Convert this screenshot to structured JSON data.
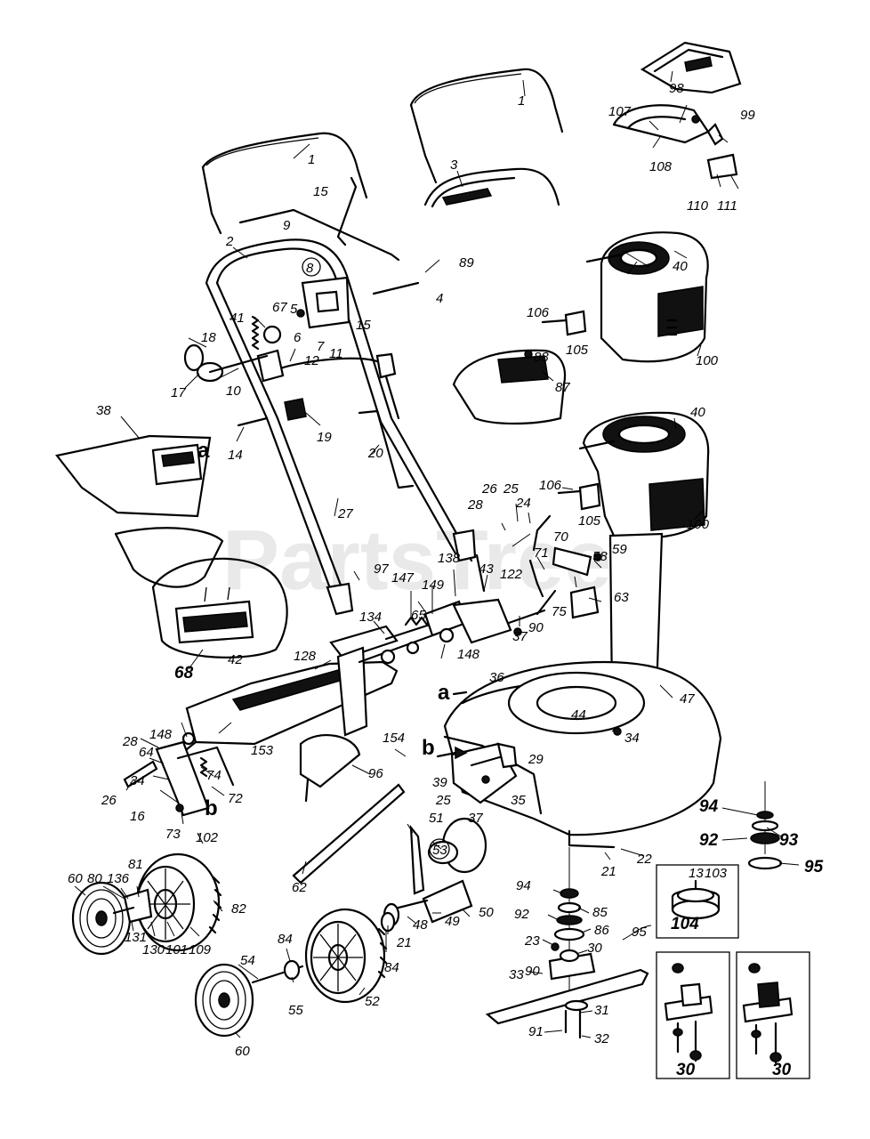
{
  "watermark": {
    "text": "PartsTree",
    "mark": "TM"
  },
  "reference_letters": [
    "a",
    "a",
    "b",
    "b"
  ],
  "callouts": {
    "c1": "1",
    "c1b": "1",
    "c2": "2",
    "c3": "3",
    "c4": "4",
    "c5": "5",
    "c6": "6",
    "c7": "7",
    "c8": "8",
    "c9": "9",
    "c10": "10",
    "c11": "11",
    "c12": "12",
    "c13": "13",
    "c14": "14",
    "c15a": "15",
    "c15b": "15",
    "c16": "16",
    "c17": "17",
    "c18": "18",
    "c19": "19",
    "c20": "20",
    "c21a": "21",
    "c21b": "21",
    "c22": "22",
    "c23": "23",
    "c24": "24",
    "c25a": "25",
    "c25b": "25",
    "c26a": "26",
    "c26b": "26",
    "c27": "27",
    "c28a": "28",
    "c28b": "28",
    "c29": "29",
    "c30a": "30",
    "c30b": "30",
    "c30c": "30",
    "c31": "31",
    "c32": "32",
    "c33": "33",
    "c34a": "34",
    "c34b": "34",
    "c35": "35",
    "c36": "36",
    "c37a": "37",
    "c37b": "37",
    "c38": "38",
    "c39": "39",
    "c40a": "40",
    "c40b": "40",
    "c41": "41",
    "c42": "42",
    "c43": "43",
    "c44": "44",
    "c47": "47",
    "c48": "48",
    "c49": "49",
    "c50": "50",
    "c51": "51",
    "c52": "52",
    "c53": "53",
    "c54": "54",
    "c55": "55",
    "c58": "58",
    "c59": "59",
    "c60a": "60",
    "c60b": "60",
    "c62": "62",
    "c63": "63",
    "c64": "64",
    "c65": "65",
    "c67": "67",
    "c68": "68",
    "c70": "70",
    "c71": "71",
    "c72": "72",
    "c73": "73",
    "c74": "74",
    "c75": "75",
    "c80": "80",
    "c81": "81",
    "c82": "82",
    "c84a": "84",
    "c84b": "84",
    "c85": "85",
    "c86": "86",
    "c87": "87",
    "c88": "88",
    "c89": "89",
    "c90a": "90",
    "c90b": "90",
    "c91": "91",
    "c92a": "92",
    "c92b": "92",
    "c93": "93",
    "c94a": "94",
    "c94b": "94",
    "c95a": "95",
    "c95b": "95",
    "c96": "96",
    "c97": "97",
    "c98": "98",
    "c99": "99",
    "c100a": "100",
    "c100b": "100",
    "c101": "101",
    "c102": "102",
    "c103": "103",
    "c104": "104",
    "c105a": "105",
    "c105b": "105",
    "c106a": "106",
    "c106b": "106",
    "c107": "107",
    "c108": "108",
    "c109": "109",
    "c110": "110",
    "c111": "111",
    "c122": "122",
    "c128": "128",
    "c130": "130",
    "c131": "131",
    "c134": "134",
    "c136": "136",
    "c138": "138",
    "c147": "147",
    "c148a": "148",
    "c148b": "148",
    "c149": "149",
    "c153": "153",
    "c154": "154"
  }
}
